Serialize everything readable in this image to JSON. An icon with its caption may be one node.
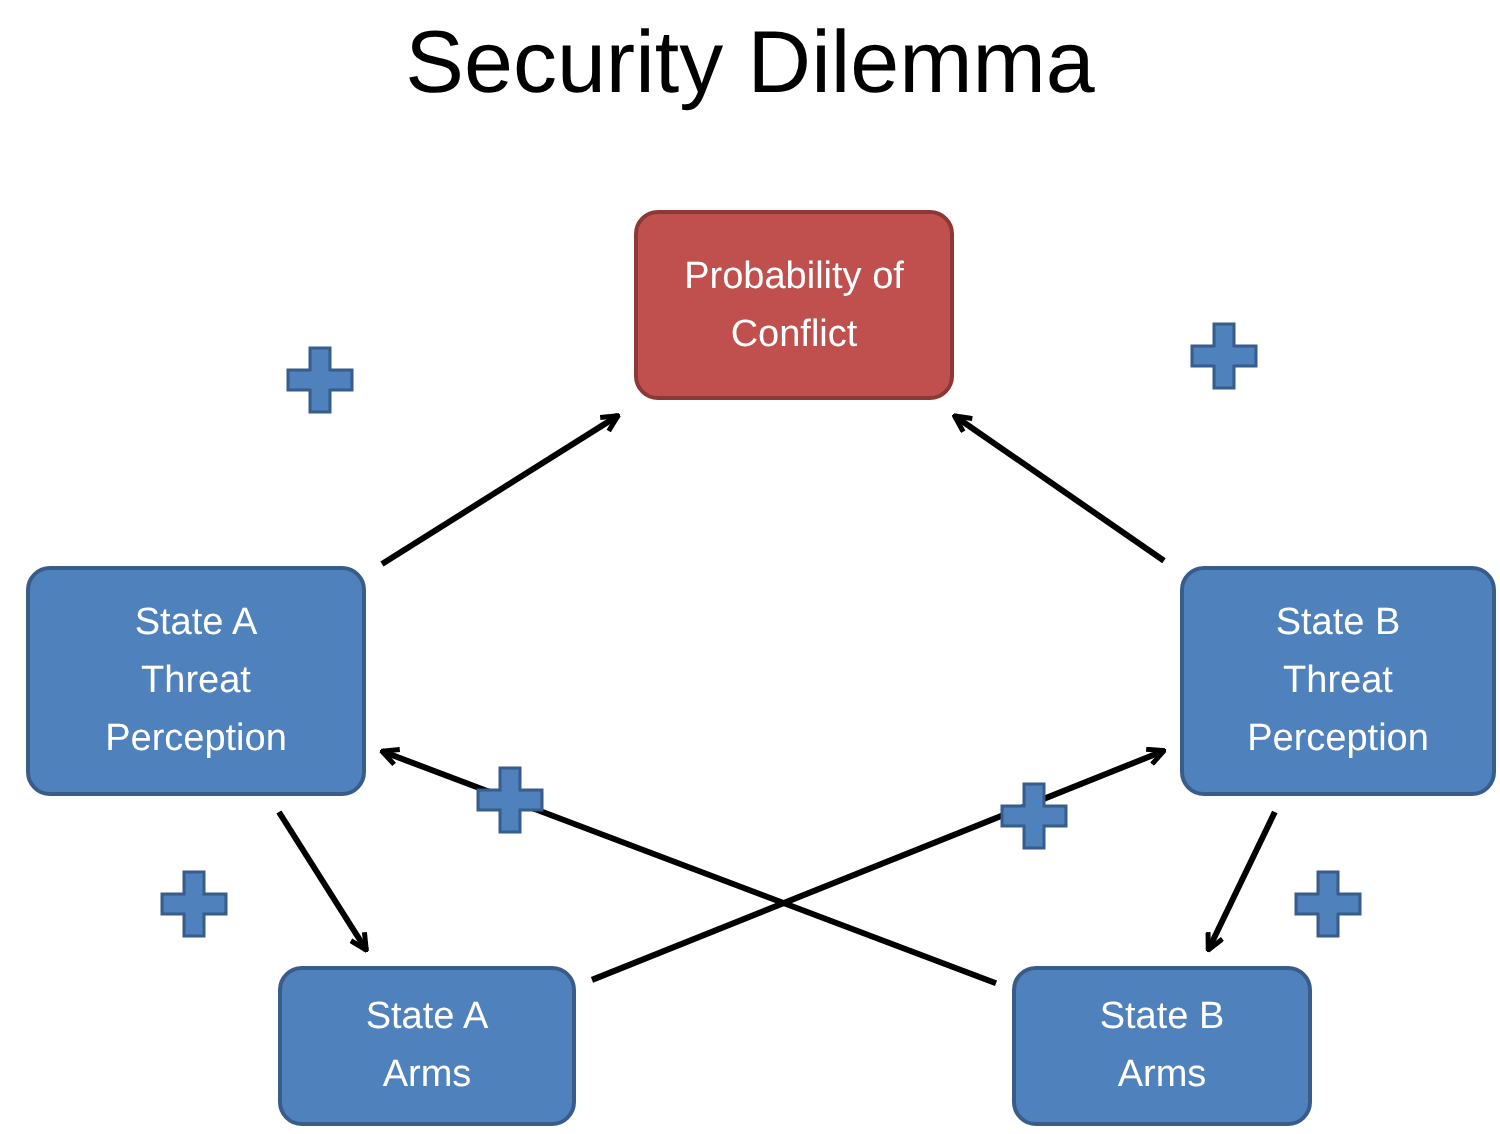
{
  "diagram": {
    "title": "Security Dilemma",
    "nodes": [
      {
        "text": [
          "Probability of Conflict"
        ]
      },
      {
        "text": [
          "State A Threat Perception"
        ]
      },
      {
        "text": [
          "State B Threat Perception"
        ]
      },
      {
        "text": [
          "State A Arms"
        ]
      },
      {
        "text": [
          "State B Arms"
        ]
      }
    ],
    "edges": [
      {
        "from": 1,
        "to": 0,
        "arrow": "to"
      },
      {
        "from": 2,
        "to": 0,
        "arrow": "to"
      },
      {
        "from": 1,
        "to": 3,
        "arrow": "to"
      },
      {
        "from": 2,
        "to": 4,
        "arrow": "to"
      },
      {
        "from": 3,
        "to": 2,
        "arrow": "to"
      },
      {
        "from": 4,
        "to": 1,
        "arrow": "to"
      }
    ]
  }
}
